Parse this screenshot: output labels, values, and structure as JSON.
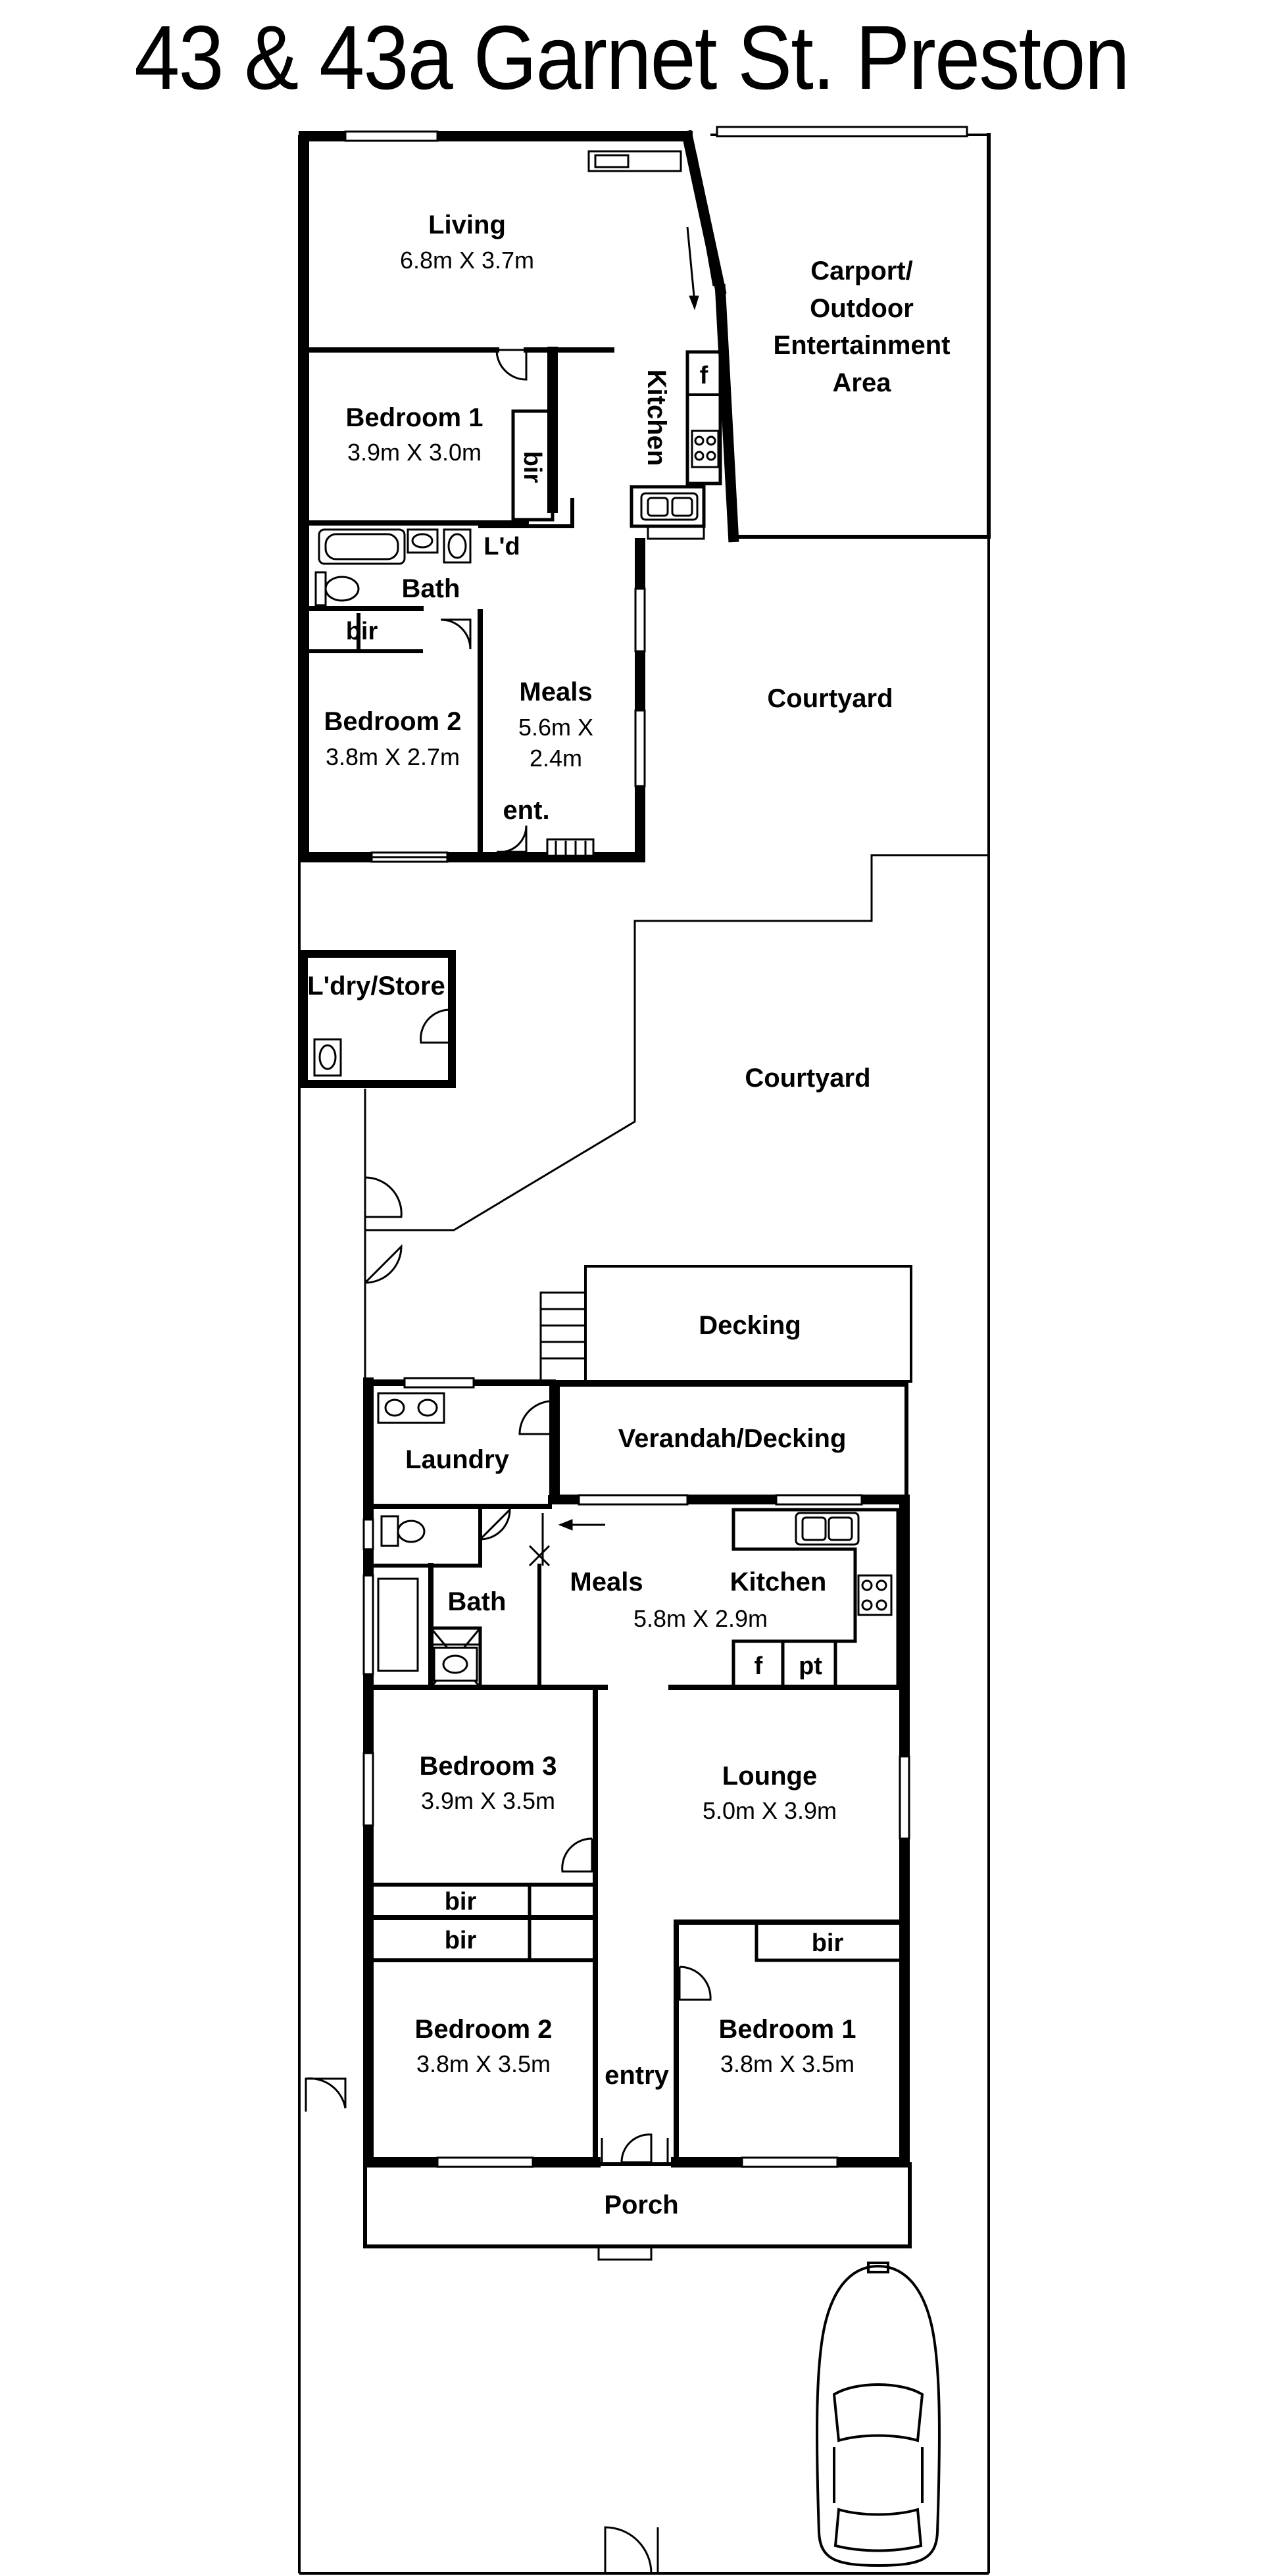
{
  "title": "43 & 43a Garnet St. Preston",
  "upper_unit": {
    "living": {
      "name": "Living",
      "dims": "6.8m X 3.7m"
    },
    "carport": {
      "line1": "Carport/",
      "line2": "Outdoor",
      "line3": "Entertainment",
      "line4": "Area"
    },
    "kitchen": {
      "name": "Kitchen",
      "fridge": "f"
    },
    "bedroom1": {
      "name": "Bedroom 1",
      "dims": "3.9m X 3.0m",
      "robe": "bir"
    },
    "laundry": {
      "name": "L'd"
    },
    "bath": {
      "name": "Bath"
    },
    "robe2": {
      "name": "bir"
    },
    "bedroom2": {
      "name": "Bedroom 2",
      "dims": "3.8m X 2.7m"
    },
    "meals": {
      "name": "Meals",
      "dims_line1": "5.6m X",
      "dims_line2": "2.4m"
    },
    "entry": {
      "name": "ent."
    },
    "courtyard": {
      "name": "Courtyard"
    }
  },
  "shared": {
    "laundry_store": {
      "name": "L'dry/Store"
    },
    "courtyard": {
      "name": "Courtyard"
    },
    "decking": {
      "name": "Decking"
    }
  },
  "lower_unit": {
    "verandah": {
      "name": "Verandah/Decking"
    },
    "laundry": {
      "name": "Laundry"
    },
    "bath": {
      "name": "Bath"
    },
    "meals": {
      "name": "Meals"
    },
    "kitchen": {
      "name": "Kitchen",
      "dims": "5.8m X 2.9m",
      "fridge": "f",
      "pantry": "pt"
    },
    "bedroom3": {
      "name": "Bedroom 3",
      "dims": "3.9m X 3.5m",
      "robe": "bir"
    },
    "lounge": {
      "name": "Lounge",
      "dims": "5.0m X 3.9m"
    },
    "bedroom2": {
      "name": "Bedroom 2",
      "dims": "3.8m X 3.5m",
      "robe": "bir"
    },
    "bedroom1": {
      "name": "Bedroom 1",
      "dims": "3.8m X 3.5m",
      "robe": "bir"
    },
    "entry": {
      "name": "entry"
    },
    "porch": {
      "name": "Porch"
    }
  }
}
